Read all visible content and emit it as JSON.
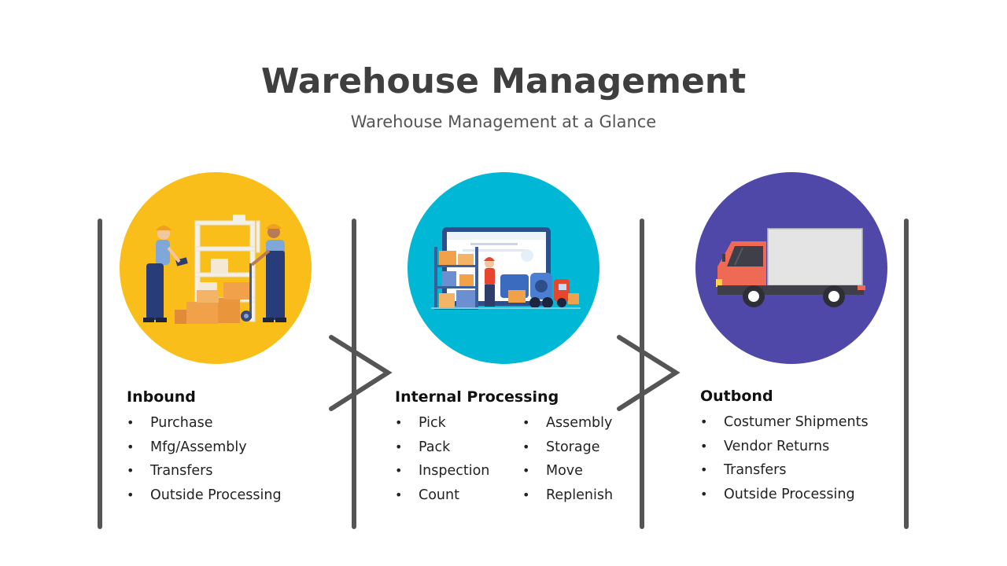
{
  "header": {
    "title": "Warehouse Management",
    "subtitle": "Warehouse Management at a Glance"
  },
  "colors": {
    "inbound": "#F9BE1A",
    "internal": "#00B8D6",
    "outbound": "#5048A8",
    "divider": "#555555"
  },
  "stages": [
    {
      "heading": "Inbound",
      "icon": "warehouse-workers-icon",
      "columns": [
        [
          "Purchase",
          "Mfg/Assembly",
          "Transfers",
          "Outside Processing"
        ]
      ]
    },
    {
      "heading": "Internal Processing",
      "icon": "warehouse-monitor-icon",
      "columns": [
        [
          "Pick",
          "Pack",
          "Inspection",
          "Count"
        ],
        [
          "Assembly",
          "Storage",
          "Move",
          "Replenish"
        ]
      ]
    },
    {
      "heading": "Outbond",
      "icon": "delivery-truck-icon",
      "columns": [
        [
          "Costumer Shipments",
          "Vendor Returns",
          "Transfers",
          "Outside Processing"
        ]
      ]
    }
  ]
}
